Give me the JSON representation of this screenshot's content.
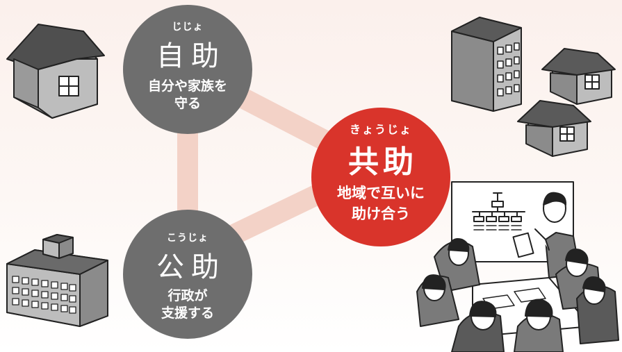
{
  "jijo": {
    "ruby": "じじょ",
    "title": "自助",
    "desc_lines": [
      "自分や家族を",
      "守る"
    ]
  },
  "kyojo": {
    "ruby": "きょうじょ",
    "title": "共助",
    "desc_lines": [
      "地域で互いに",
      "助け合う"
    ]
  },
  "kojo": {
    "ruby": "こうじょ",
    "title": "公助",
    "desc_lines": [
      "行政が",
      "支援する"
    ]
  },
  "colors": {
    "gray_circle": "#6e6e6e",
    "red_circle": "#d9342b",
    "link": "#f3d2c7",
    "bg": "#fbf0ec"
  },
  "icons": [
    "house-icon",
    "apartment-building-icon",
    "office-building-icon",
    "community-meeting-illustration"
  ]
}
